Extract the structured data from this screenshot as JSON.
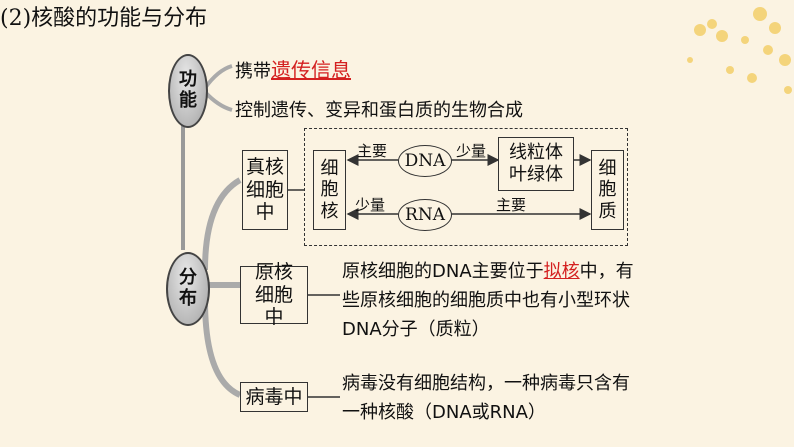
{
  "title": "(2)核酸的功能与分布",
  "function_node": "功能",
  "distribution_node": "分布",
  "function_items": {
    "item1_prefix": "携带",
    "item1_answer": "遗传信息",
    "item2": "控制遗传、变异和蛋白质的生物合成"
  },
  "eukaryote": {
    "label": "真核细胞中",
    "nucleus": "细胞核",
    "dna": "DNA",
    "rna": "RNA",
    "organelles": "线粒体叶绿体",
    "cytoplasm": "细胞质",
    "arrow_mainly": "主要",
    "arrow_little": "少量",
    "arrow_little2": "少量",
    "arrow_mainly2": "主要"
  },
  "prokaryote": {
    "label": "原核细胞中",
    "text_part1": "原核细胞的DNA主要位于",
    "answer": "拟核",
    "text_part2": "中，有些原核细胞的细胞质中也有小型环状DNA分子（质粒）"
  },
  "virus": {
    "label": "病毒中",
    "text": "病毒没有细胞结构，一种病毒只含有一种核酸（DNA或RNA）"
  },
  "colors": {
    "background": "#fbf3e2",
    "answer": "#d42020",
    "flower": "#f2c95a"
  }
}
